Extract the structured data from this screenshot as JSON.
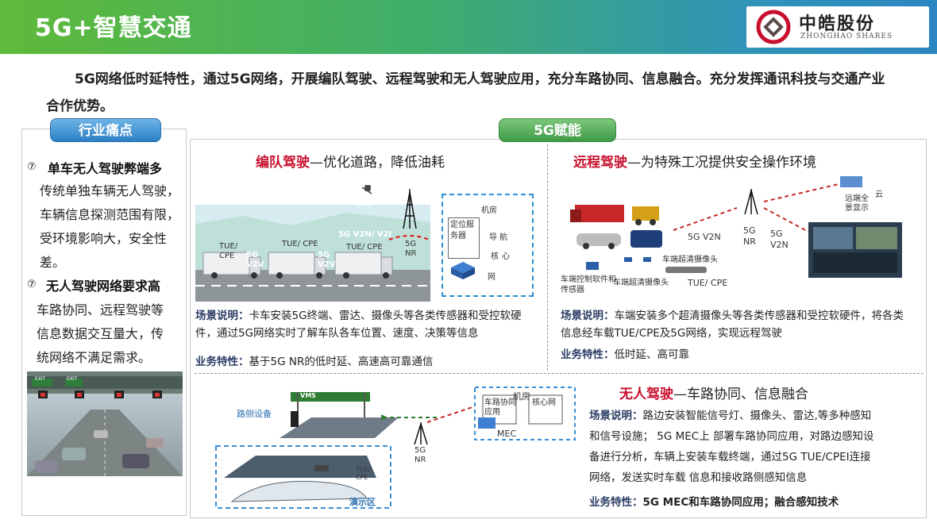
{
  "header": {
    "title": "5G+智慧交通",
    "logo_cn": "中皓股份",
    "logo_en": "ZHONGHAO SHARES"
  },
  "intro": "5G网络低时延特性，通过5G网络，开展编队驾驶、远程驾驶和无人驾驶应用，充分车路协同、信息融合。充分发挥通讯科技与交通产业合作优势。",
  "pain": {
    "title": "行业痛点",
    "items": [
      {
        "num": "⑦",
        "heading": "单车无人驾驶弊端多",
        "lines": [
          "传统单独车辆无人驾驶，",
          "车辆信息探测范围有限，",
          "受环境影响大，安全性",
          "差。"
        ]
      },
      {
        "num": "⑦",
        "heading": "无人驾驶网络要求高",
        "lines": [
          "车路协同、远程驾驶等",
          "信息数据交互量大，传",
          "统网络不满足需求。"
        ]
      }
    ],
    "photo_signs": [
      "EXIT",
      "EXIT"
    ]
  },
  "enable": {
    "title": "5G赋能",
    "fleet": {
      "title_hl": "编队驾驶",
      "title_rest": "—优化道路，降低油耗",
      "labels": {
        "gps": "GPS",
        "tue1": "TUE/ CPE",
        "tue2": "TUE/ CPE",
        "tue3": "TUE/ CPE",
        "v2v1": "5G V2V",
        "v2v2": "5G V2V",
        "v2n": "5G V2N/ V2I",
        "nr": "5G NR",
        "room": "机房",
        "pos": "定位服务器",
        "nav1": "导 航",
        "nav2": "心",
        "core": "核",
        "net": "网"
      },
      "scene_label": "场景说明：",
      "scene_text": "卡车安装5G终端、雷达、摄像头等各类传感器和受控软硬件，通过5G网络实时了解车队各车位置、速度、决策等信息",
      "feat_label": "业务特性：",
      "feat_text": "基于5G NR的低时延、高速高可靠通信"
    },
    "remote": {
      "title_hl": "远程驾驶",
      "title_rest": "—为特殊工况提供安全操作环境",
      "labels": {
        "cloud": "云",
        "remote_display": "远端全景显示",
        "v2n_left": "5G V2N",
        "nr": "5G NR",
        "v2n_right": "5G V2N",
        "cam1": "车端超清摄像头",
        "cam2": "车端超清摄像头",
        "ctrl": "车端控制软件和传感器",
        "tue": "TUE/ CPE"
      },
      "scene_label": "场景说明：",
      "scene_text": "车端安装多个超清摄像头等各类传感器和受控软硬件，将各类信息经车载TUE/CPE及5G网络，实现远程驾驶",
      "feat_label": "业务特性：",
      "feat_text": "低时延、高可靠"
    },
    "auto": {
      "title_hl": "无人驾驶",
      "title_rest": "—车路协同、信息融合",
      "labels": {
        "roadside": "路侧设备",
        "vms": "VMS",
        "room": "机房",
        "app": "车路协同应用",
        "core": "核心网",
        "mec": "MEC",
        "nr": "5G NR",
        "tue": "TUE/ CPE",
        "zone": "演示区"
      },
      "scene_label": "场景说明：",
      "scene_lines": [
        "路边安装智能信号灯、摄像头、雷达,等多种感知",
        "和信号设施； 5G MEC上 部署车路协同应用，对路边感知设",
        "备进行分析，车辆上安装车载终端，通过5G  TUE/CPEI连接",
        "网络，发送实时车载 信息和接收路侧感知信息"
      ],
      "feat_label": "业务特性：",
      "feat_text": "5G MEC和车路协同应用；融合感知技术"
    }
  }
}
